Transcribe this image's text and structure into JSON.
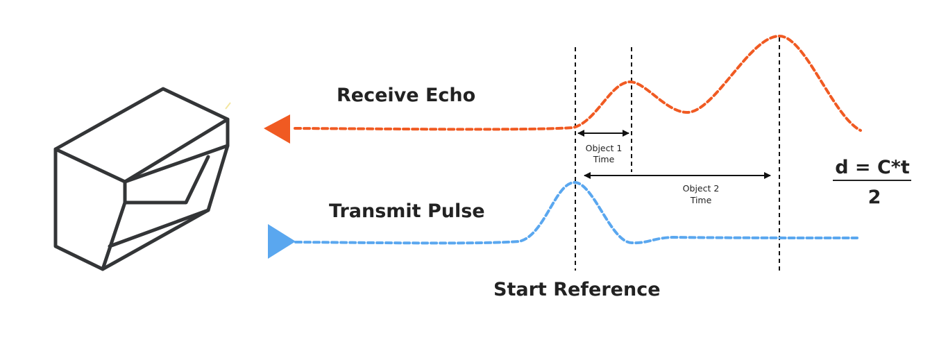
{
  "labels": {
    "receive_echo": "Receive Echo",
    "transmit_pulse": "Transmit Pulse",
    "start_reference": "Start Reference",
    "object1_line1": "Object 1",
    "object1_line2": "Time",
    "object2_line1": "Object 2",
    "object2_line2": "Time"
  },
  "formula": {
    "numerator": "d = C*t",
    "denominator": "2"
  },
  "colors": {
    "echo": "#f05a22",
    "pulse": "#5aa7ef",
    "outline": "#333537",
    "reference_line": "#111111"
  },
  "icons": {
    "sensor": "ultrasonic-sensor-icon",
    "echo_arrow": "left-triangle-icon",
    "pulse_arrow": "right-triangle-icon"
  }
}
